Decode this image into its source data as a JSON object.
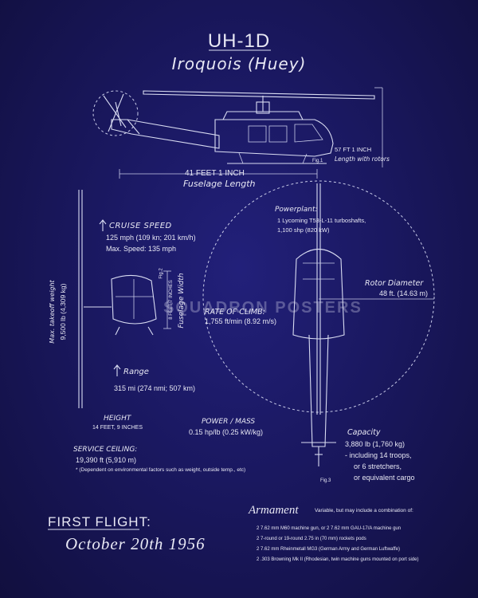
{
  "title": "UH-1D",
  "subtitle": "Iroquois (Huey)",
  "fuselage": {
    "length_value": "41 FEET 1 INCH",
    "length_label": "Fuselage Length"
  },
  "rotor_length": {
    "value": "57 FT 1 INCH",
    "label": "Length with rotors"
  },
  "fig_labels": [
    "Fig.1",
    "Fig.2",
    "Fig.3"
  ],
  "cruise": {
    "heading": "CRUISE SPEED",
    "line1": "125 mph (109 kn; 201 km/h)",
    "line2": "Max. Speed: 135 mph"
  },
  "powerplant": {
    "heading": "Powerplant:",
    "line1": "1  Lycoming T53-L-11 turboshafts,",
    "line2": "1,100 shp (820 kW)"
  },
  "rotor_diameter": {
    "label": "Rotor Diameter",
    "value": "48 ft. (14.63 m)"
  },
  "takeoff": {
    "label": "Max. takeoff weight",
    "value": "9,500 lb (4,309 kg)"
  },
  "fuselage_width": {
    "value": "8 FEET 7 INCHES",
    "label": "Fuselage Width"
  },
  "climb": {
    "label": "RATE OF CLIMB:",
    "value": "1,755 ft/min (8.92 m/s)"
  },
  "watermark": "SQUADRON POSTERS",
  "range": {
    "heading": "Range",
    "value": "315 mi (274 nmi; 507 km)"
  },
  "height": {
    "heading": "HEIGHT",
    "value": "14 FEET, 9 INCHES"
  },
  "power_mass": {
    "heading": "POWER / MASS",
    "value": "0.15 hp/lb (0.25 kW/kg)"
  },
  "capacity": {
    "heading": "Capacity",
    "lines": [
      "3,880 lb (1,760 kg)",
      "-  including 14 troops,",
      "or 6 stretchers,",
      "or equivalent cargo"
    ]
  },
  "ceiling": {
    "heading": "SERVICE CEILING:",
    "value": "19,390 ft (5,910 m)",
    "note": "* (Dependent on environmental factors such as weight, outside temp., etc)"
  },
  "first_flight": {
    "label": "FIRST FLIGHT:",
    "date": "October 20th 1956"
  },
  "armament": {
    "heading": "Armament",
    "intro": "Variable, but may include a combination of:",
    "items": [
      "2  7.62 mm M60 machine gun, or 2 7.62 mm GAU-17/A machine gun",
      "2  7-round or 19-round 2.75 in (70 mm) rockets pods",
      "2  7.62 mm Rheinmetall MG3 (German Army and German Luftwaffe)",
      "2  .303 Browning Mk II (Rhodesian, twin machine guns mounted on port side)"
    ]
  }
}
